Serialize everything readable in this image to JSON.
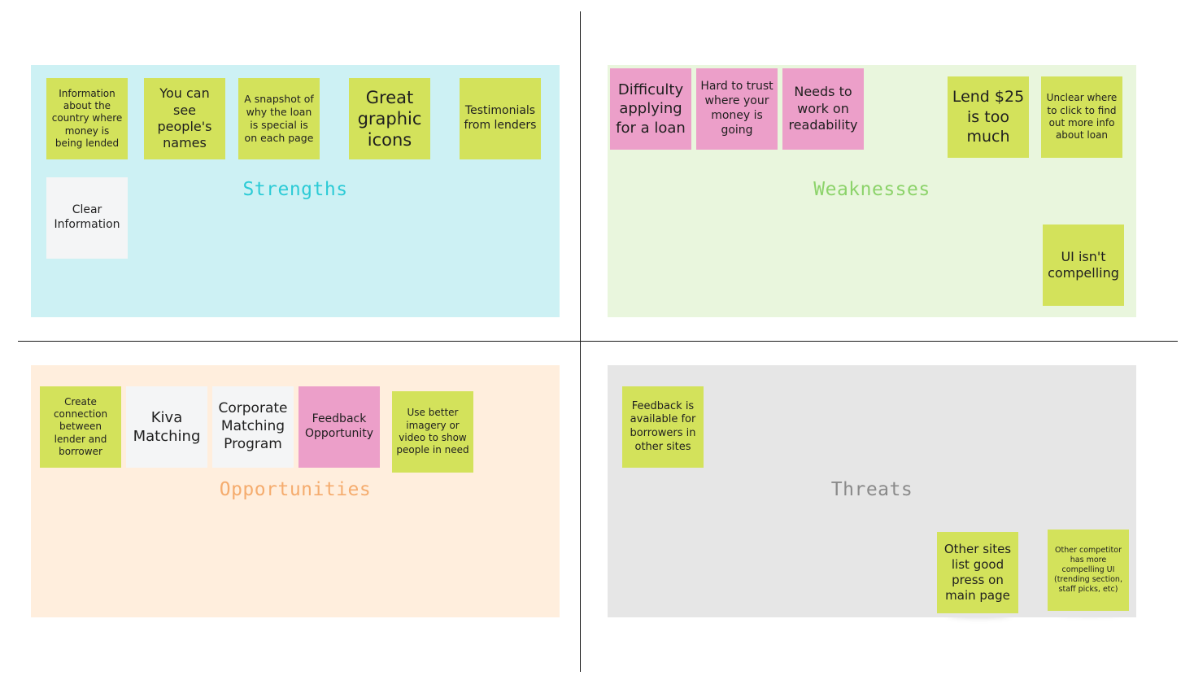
{
  "colors": {
    "strengths_bg": "#cdf1f4",
    "weaknesses_bg": "#e9f6dd",
    "opportunities_bg": "#ffeedd",
    "threats_bg": "#e6e6e6",
    "sticky_green": "#d3e25b",
    "sticky_pink": "#ec9fc9",
    "sticky_white": "#f4f5f6",
    "strengths_label": "#2ccbd6",
    "weaknesses_label": "#8cd36a",
    "opportunities_label": "#f5ac6e",
    "threats_label": "#8a8a8a"
  },
  "quadrants": {
    "strengths": {
      "label": "Strengths",
      "notes": [
        "Information about the country where money is being lended",
        "You can see people's names",
        "A snapshot of why the loan is special is on each page",
        "Great graphic icons",
        "Testimonials from lenders",
        "Clear Information"
      ]
    },
    "weaknesses": {
      "label": "Weaknesses",
      "notes": [
        "Difficulty applying for a loan",
        "Hard to trust where your money is going",
        "Needs to work on readability",
        "Lend $25 is too much",
        "Unclear where to click to find out more info about loan",
        "UI isn't compelling"
      ]
    },
    "opportunities": {
      "label": "Opportunities",
      "notes": [
        "Create connection between lender and borrower",
        "Kiva Matching",
        "Corporate Matching Program",
        "Feedback Opportunity",
        "Use better imagery or video to show people in need"
      ]
    },
    "threats": {
      "label": "Threats",
      "notes": [
        "Feedback is available for borrowers in other sites",
        "Other sites list good press on main page",
        "Other competitor has more compelling UI (trending section, staff picks, etc)"
      ]
    }
  }
}
